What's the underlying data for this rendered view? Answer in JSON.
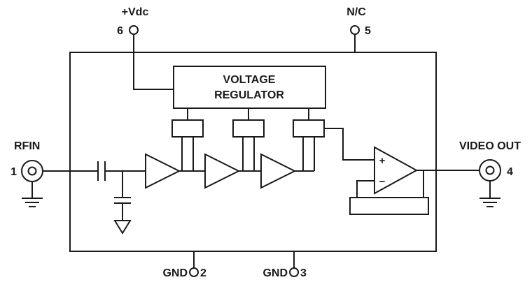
{
  "diagram": {
    "type": "circuit-block-diagram",
    "pins": {
      "p1": {
        "number": "1",
        "label": "RFIN"
      },
      "p2": {
        "number": "2",
        "label": "GND"
      },
      "p3": {
        "number": "3",
        "label": "GND"
      },
      "p4": {
        "number": "4",
        "label": "VIDEO OUT"
      },
      "p5": {
        "number": "5",
        "label": "N/C"
      },
      "p6": {
        "number": "6",
        "label": "+Vdc"
      }
    },
    "blocks": {
      "regulator_line1": "VOLTAGE",
      "regulator_line2": "REGULATOR"
    },
    "opamp": {
      "plus": "+",
      "minus": "−"
    },
    "colors": {
      "line": "#1a1a1a",
      "background": "#ffffff"
    }
  }
}
